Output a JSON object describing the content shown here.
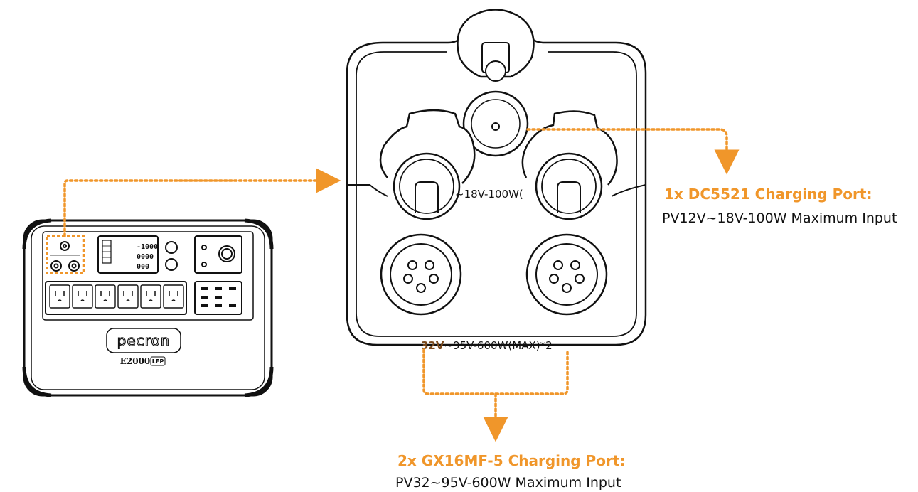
{
  "colors": {
    "accent": "#f0962a",
    "accent_dark": "#b5651d",
    "line": "#111111",
    "text": "#111111"
  },
  "device": {
    "brand": "pecron",
    "model": "E2000",
    "model_badge": "LFP",
    "display_top": "-1000",
    "display_mid": "0000",
    "display_bottom": "000"
  },
  "panel": {
    "dc_label": "~18V-100W(",
    "gx_label_prefix": "32V",
    "gx_label_rest": "~95V-600W(MAX)*2"
  },
  "callouts": {
    "dc5521": {
      "title": "1x DC5521 Charging Port:",
      "desc": "PV12V~18V-100W Maximum Input"
    },
    "gx16": {
      "title": "2x GX16MF-5 Charging Port:",
      "desc": "PV32~95V-600W Maximum Input"
    }
  }
}
